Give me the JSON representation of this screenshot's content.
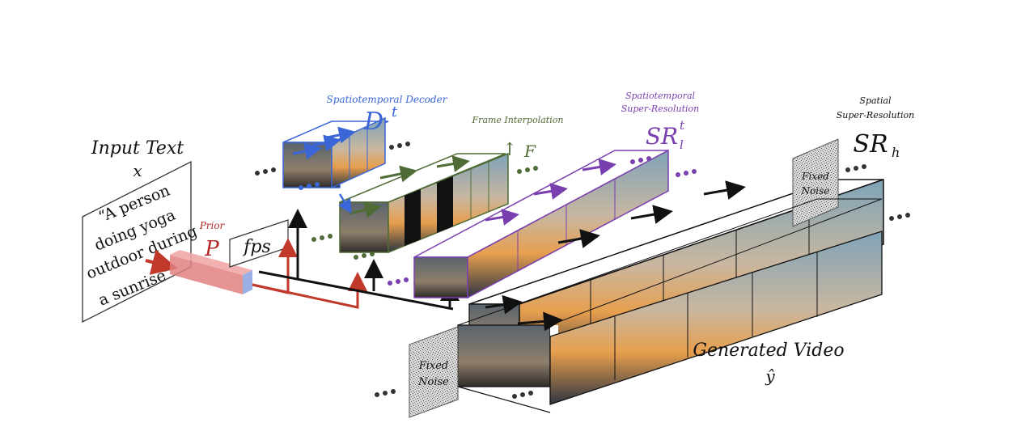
{
  "input": {
    "title": "Input Text",
    "symbol": "x",
    "prompt_lines": [
      "“A person",
      "doing yoga",
      "outdoor during",
      "a sunrise”"
    ]
  },
  "prior": {
    "label": "Prior",
    "symbol": "P"
  },
  "fps": {
    "label": "fps"
  },
  "decoder": {
    "label": "Spatiotemporal Decoder",
    "symbol": "D",
    "sup": "t"
  },
  "interp": {
    "label": "Frame Interpolation",
    "symbol": "F",
    "arrow": "↑"
  },
  "sr_l": {
    "label_line1": "Spatiotemporal",
    "label_line2": "Super-Resolution",
    "symbol": "SR",
    "sup": "t",
    "sub": "l"
  },
  "sr_h": {
    "label_line1": "Spatial",
    "label_line2": "Super-Resolution",
    "symbol": "SR",
    "sub": "h"
  },
  "noise": {
    "line1": "Fixed",
    "line2": "Noise"
  },
  "output": {
    "title": "Generated Video",
    "symbol": "ŷ"
  },
  "colors": {
    "decoder": "#3a66d8",
    "interp": "#4f6b36",
    "sr_l": "#7a3fae",
    "prior": "#b02a2a",
    "arrow_dark": "#0d0d1a"
  }
}
